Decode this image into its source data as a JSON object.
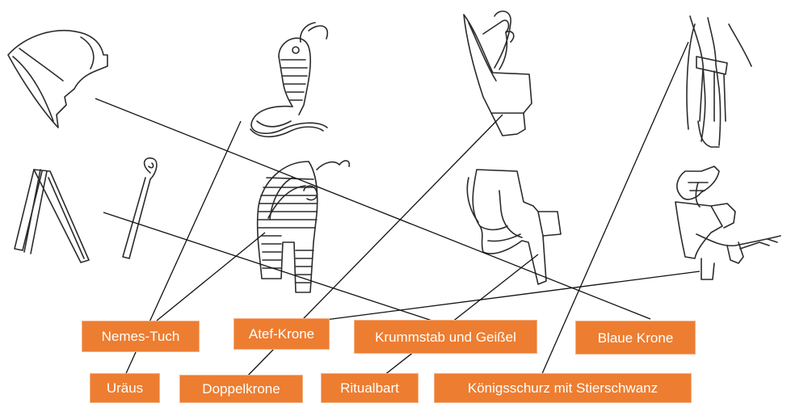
{
  "labels": {
    "nemes_tuch": "Nemes-Tuch",
    "atef_krone": "Atef-Krone",
    "krummstab_und_geissel": "Krummstab und Geißel",
    "blaue_krone": "Blaue Krone",
    "uraeus": "Uräus",
    "doppelkrone": "Doppelkrone",
    "ritualbart": "Ritualbart",
    "koenigsschurz": "Königsschurz mit Stierschwanz"
  },
  "colors": {
    "label_fill": "#ED7D31",
    "label_text": "#FFFFFF",
    "line": "#111111",
    "drawing": "#2B2B2B"
  },
  "images": [
    "blue-crown-drawing",
    "uraeus-cobra-drawing",
    "atef-crown-drawing",
    "royal-kilt-drawing",
    "crook-and-flail-drawing",
    "nemes-headdress-drawing",
    "ritual-beard-drawing",
    "double-crown-drawing"
  ]
}
